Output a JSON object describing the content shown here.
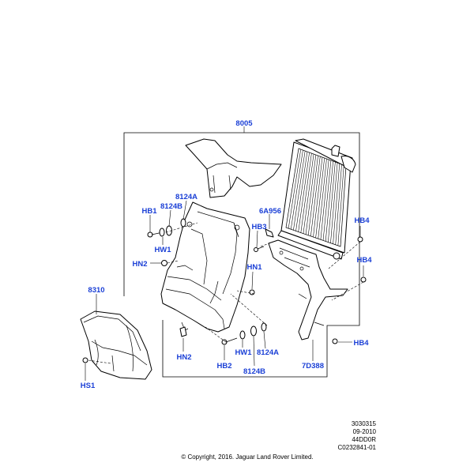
{
  "callouts": {
    "c8005": "8005",
    "c8310": "8310",
    "cHB1": "HB1",
    "c8124A_top": "8124A",
    "c8124B_top": "8124B",
    "cHW1_top": "HW1",
    "cHN2_left": "HN2",
    "c6A956": "6A956",
    "cHB3": "HB3",
    "cHN1": "HN1",
    "cHB4_a": "HB4",
    "cHB4_b": "HB4",
    "cHB4_c": "HB4",
    "cHN2_bottom": "HN2",
    "cHB2": "HB2",
    "cHW1_bottom": "HW1",
    "c8124A_bottom": "8124A",
    "c8124B_bottom": "8124B",
    "c7D388": "7D388",
    "cHS1": "HS1"
  },
  "meta": {
    "line1": "3030315",
    "line2": "09-2010",
    "line3": "44DD0R",
    "line4": "C0232841-01"
  },
  "copyright": "© Copyright, 2016. Jaguar Land Rover Limited."
}
